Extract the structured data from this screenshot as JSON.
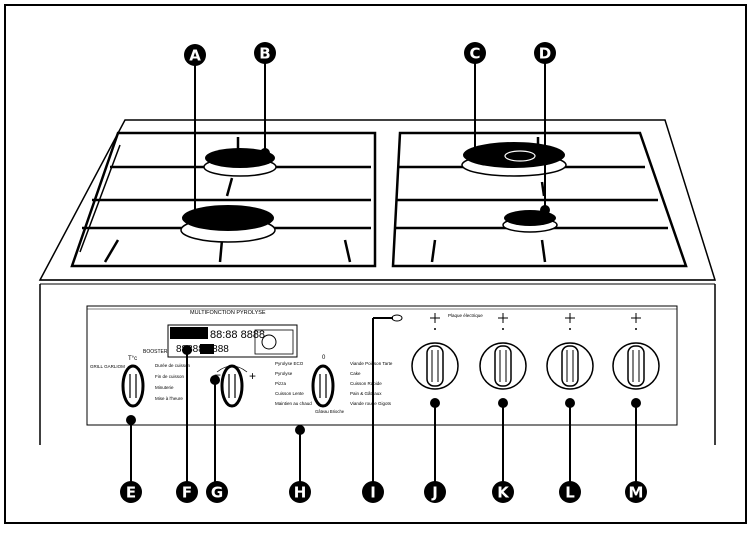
{
  "panel": {
    "mode_title": "MULTIFONCTION PYROLYSE",
    "booster_label": "BOOSTER",
    "temp_label": "T°c",
    "knob_left_labels": [
      "Durée de cuisson",
      "Fin de cuisson",
      "Minuterie",
      "Mise à l'heure"
    ],
    "grill_label": "GRILL GARLIOM",
    "display_top": "88:88 8888",
    "display_bottom": "88888 8888",
    "zero_label": "0",
    "func_left_labels": [
      "Pyrolyse ECO",
      "Pyrolyse",
      "Pizza",
      "Cuisson Lente",
      "Maintien au chaud"
    ],
    "func_right_labels": [
      "Viande Poisson Tarte",
      "Cake",
      "Cuisson Rapide",
      "Pain & Gâteaux",
      "Viande rouge Gigots"
    ],
    "func_bottom_label": "Gâteau Brioche",
    "hob_icon_label": "Plaque électrique"
  },
  "callouts": [
    "A",
    "B",
    "C",
    "D",
    "E",
    "F",
    "G",
    "H",
    "I",
    "J",
    "K",
    "L",
    "M"
  ],
  "colors": {
    "ink": "#000000",
    "paper": "#ffffff",
    "burner": "#000000"
  }
}
